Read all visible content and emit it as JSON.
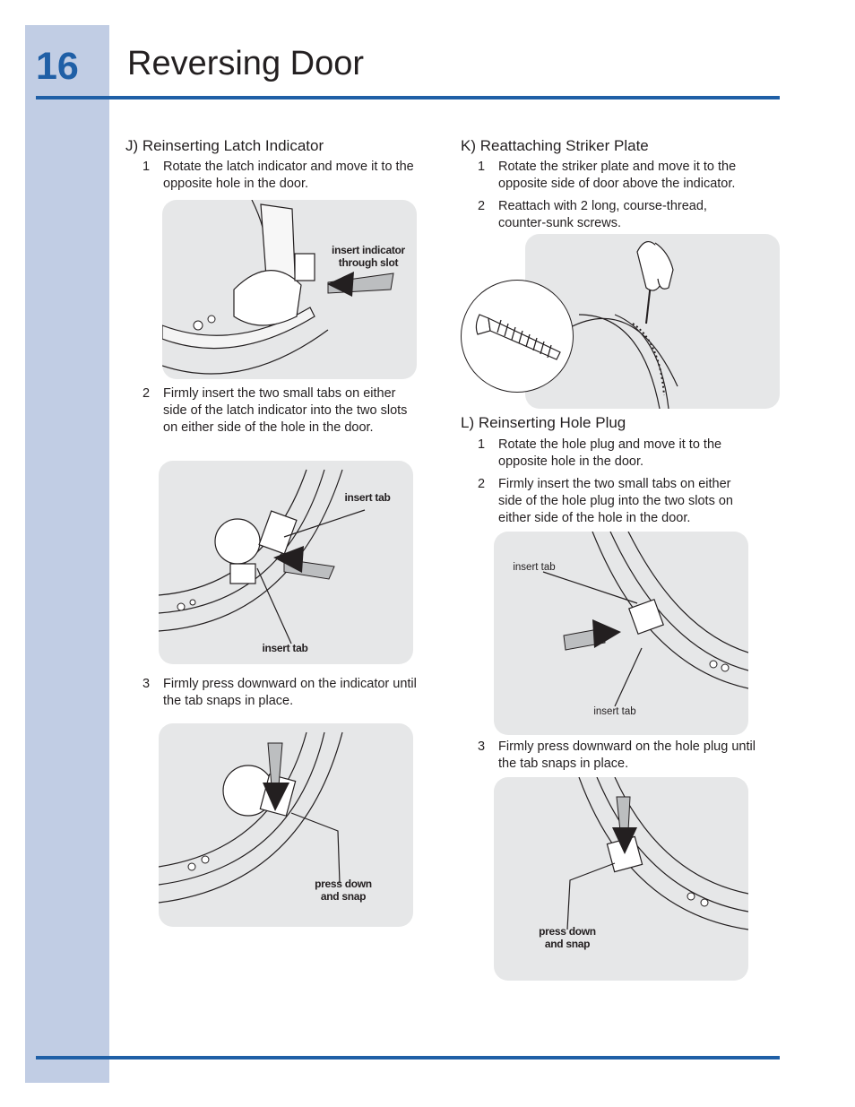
{
  "header": {
    "page_number": "16",
    "title": "Reversing Door"
  },
  "sections": {
    "J": {
      "heading": "J) Reinserting Latch Indicator",
      "steps": [
        {
          "num": "1",
          "l1": "Rotate the latch indicator and move it to the",
          "l2": "opposite hole in the door."
        },
        {
          "num": "2",
          "l1": "Firmly insert the two small tabs on either",
          "l2": "side of the latch indicator into the two slots",
          "l3": "on either side of the hole in the door."
        },
        {
          "num": "3",
          "l1": "Firmly press downward on the indicator until",
          "l2": "the tab snaps in place."
        }
      ],
      "fig1": {
        "cap_l1": "insert indicator",
        "cap_l2": "through slot"
      },
      "fig2": {
        "cap_top": "insert tab",
        "cap_bottom": "insert tab"
      },
      "fig3": {
        "cap_l1": "press down",
        "cap_l2": "and snap"
      }
    },
    "K": {
      "heading": "K) Reattaching Striker Plate",
      "steps": [
        {
          "num": "1",
          "l1": "Rotate the striker plate and move it to the",
          "l2": "opposite side of door above the indicator."
        },
        {
          "num": "2",
          "l1": "Reattach with 2 long, course-thread,",
          "l2": "counter-sunk screws."
        }
      ]
    },
    "L": {
      "heading": "L) Reinserting Hole Plug",
      "steps": [
        {
          "num": "1",
          "l1": "Rotate the hole plug and move it to the",
          "l2": "opposite hole in the door."
        },
        {
          "num": "2",
          "l1": "Firmly insert the two small tabs on either",
          "l2": "side of the hole plug into the two slots on",
          "l3": "either side of the hole in the door."
        },
        {
          "num": "3",
          "l1": "Firmly press downward on the hole plug until",
          "l2": "the tab snaps in place."
        }
      ],
      "fig1": {
        "cap_top": "insert tab",
        "cap_bottom": "insert tab"
      },
      "fig2": {
        "cap_l1": "press down",
        "cap_l2": "and snap"
      }
    }
  },
  "colors": {
    "accent": "#1f5fa6",
    "sidebar": "#c1cde4",
    "figure_bg": "#e6e7e8"
  }
}
